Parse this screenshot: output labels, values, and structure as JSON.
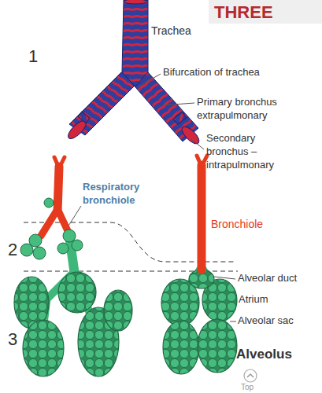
{
  "diagram": {
    "title": "THREE",
    "labels": [
      "1",
      "Trachea",
      "Bifurcation of trachea",
      "Primary bronchus extrapulmonary",
      "Secondary bronchus – intrapulmonary",
      "Respiratory bronchiole",
      "2",
      "Bronchiole",
      "Alveolar duct",
      "Atrium",
      "Alveolar sac",
      "3",
      "Alveolus",
      "Top"
    ]
  }
}
